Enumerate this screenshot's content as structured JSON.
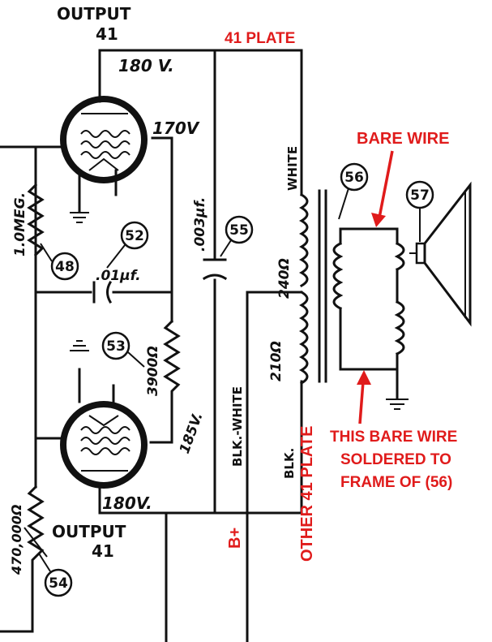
{
  "labels": {
    "output_top_line1": "OUTPUT",
    "output_top_line2": "41",
    "output_bottom_line1": "OUTPUT",
    "output_bottom_line2": "41",
    "v180_top": "180 V.",
    "v170": "170V",
    "v185": "185V.",
    "v180_bottom": "180V.",
    "r_1meg": "1.0MEG.",
    "c_01": ".01µf.",
    "c_003": ".003µf.",
    "r_3900": "3900Ω",
    "r_470k": "470,000Ω",
    "ohm_240": "240Ω",
    "ohm_210": "210Ω",
    "white": "WHITE",
    "blk_white": "BLK.-WHITE",
    "blk": "BLK."
  },
  "callouts": {
    "c48": "48",
    "c52": "52",
    "c53": "53",
    "c54": "54",
    "c55": "55",
    "c56": "56",
    "c57": "57"
  },
  "annotations": {
    "plate41": "41 PLATE",
    "bare_wire": "BARE WIRE",
    "bplus": "B+",
    "other_plate": "OTHER 41 PLATE",
    "solder_line1": "THIS BARE WIRE",
    "solder_line2": "SOLDERED TO",
    "solder_line3": "FRAME OF (56)"
  },
  "colors": {
    "annotation_red": "#e01b1b",
    "ink": "#111111",
    "paper": "#ffffff"
  }
}
